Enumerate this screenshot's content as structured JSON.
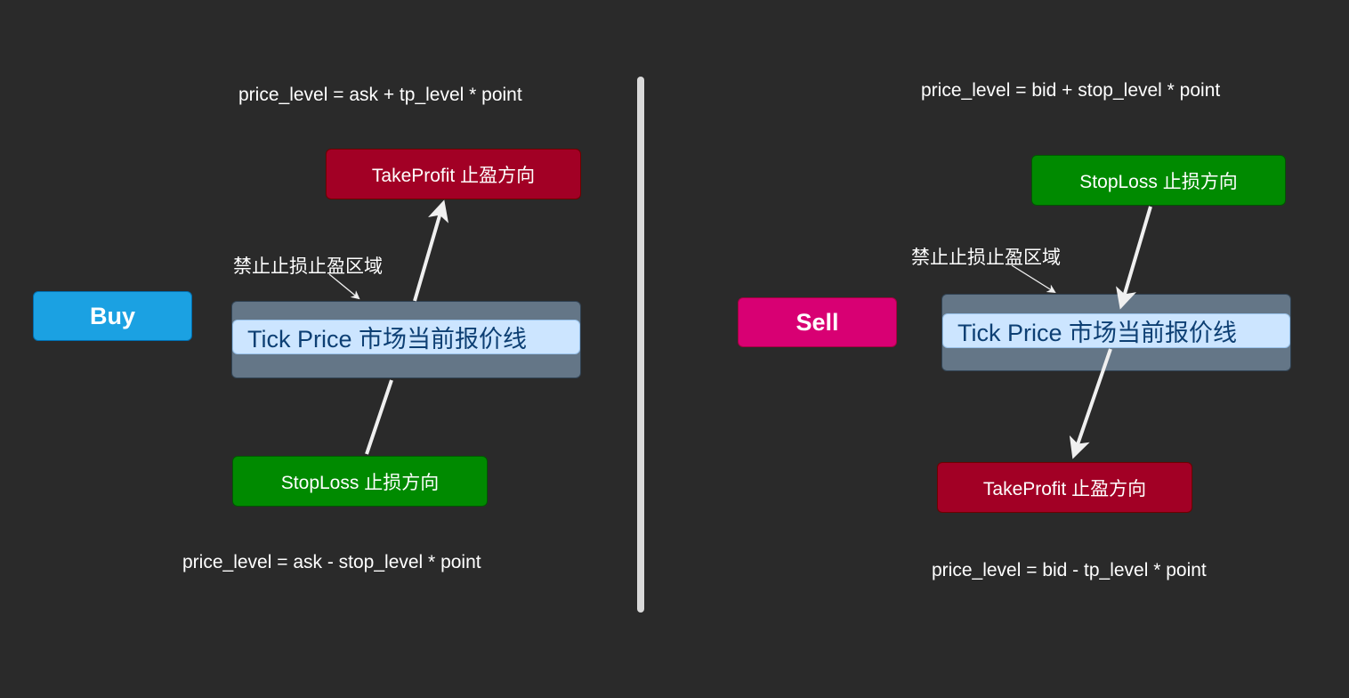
{
  "buy": {
    "label": "Buy",
    "formula_top": "price_level = ask + tp_level * point",
    "formula_bottom": "price_level = ask - stop_level * point",
    "take_profit": "TakeProfit  止盈方向",
    "stop_loss": "StopLoss  止损方向",
    "zone_label": "禁止止损止盈区域",
    "tick_price": "Tick Price 市场当前报价线"
  },
  "sell": {
    "label": "Sell",
    "formula_top": "price_level = bid + stop_level * point",
    "formula_bottom": "price_level = bid - tp_level * point",
    "stop_loss": "StopLoss  止损方向",
    "take_profit": "TakeProfit  止盈方向",
    "zone_label": "禁止止损止盈区域",
    "tick_price": "Tick Price 市场当前报价线"
  },
  "colors": {
    "background": "#2a2a2a",
    "buy": "#1ba1e2",
    "sell": "#d80073",
    "take_profit": "#a20025",
    "stop_loss": "#008a00",
    "zone": "#647687",
    "tick": "#cce5ff"
  }
}
